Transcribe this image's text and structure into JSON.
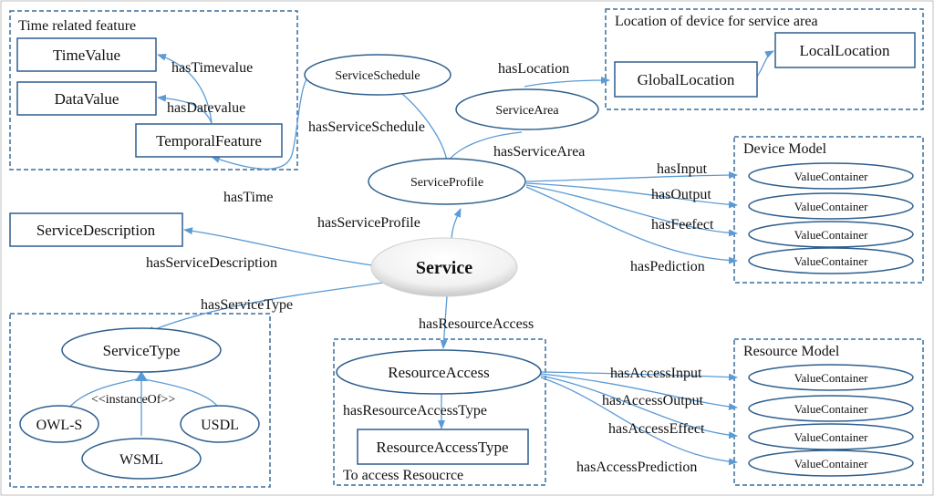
{
  "groups": {
    "time": "Time related feature",
    "location": "Location of device for service area",
    "device": "Device Model",
    "resource_model": "Resource Model",
    "access": "To access Resoucrce"
  },
  "nodes": {
    "time_value": "TimeValue",
    "data_value": "DataValue",
    "temporal_feature": "TemporalFeature",
    "service_schedule": "ServiceSchedule",
    "service_area": "ServiceArea",
    "global_location": "GlobalLocation",
    "local_location": "LocalLocation",
    "service_profile": "ServiceProfile",
    "service_description": "ServiceDescription",
    "service": "Service",
    "service_type": "ServiceType",
    "owl_s": "OWL-S",
    "usdl": "USDL",
    "wsml": "WSML",
    "resource_access": "ResourceAccess",
    "resource_access_type": "ResourceAccessType",
    "value_container": "ValueContainer"
  },
  "edges": {
    "has_timevalue": "hasTimevalue",
    "has_datevalue": "hasDatevalue",
    "has_time": "hasTime",
    "has_location": "hasLocation",
    "has_service_schedule": "hasServiceSchedule",
    "has_service_area": "hasServiceArea",
    "has_service_profile": "hasServiceProfile",
    "has_service_description": "hasServiceDescription",
    "has_service_type": "hasServiceType",
    "instance_of": "<<instanceOf>>",
    "has_resource_access": "hasResourceAccess",
    "has_resource_access_type": "hasResourceAccessType",
    "has_input": "hasInput",
    "has_output": "hasOutput",
    "has_feefect": "hasFeefect",
    "has_pediction": "hasPediction",
    "has_access_input": "hasAccessInput",
    "has_access_output": "hasAccessOutput",
    "has_access_effect": "hasAccessEffect",
    "has_access_prediction": "hasAccessPrediction"
  },
  "colors": {
    "line": "#5b9bd5",
    "box_border": "#2e5f8f",
    "dash_border": "#3a6d9c"
  }
}
